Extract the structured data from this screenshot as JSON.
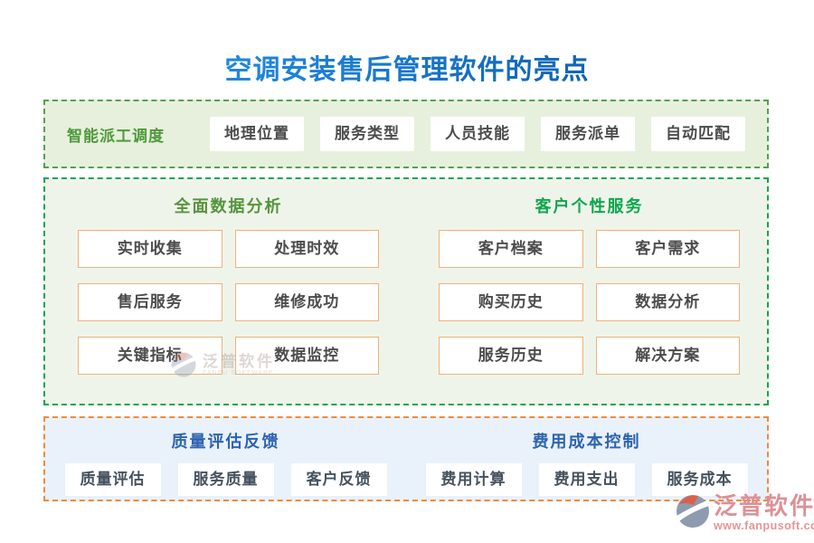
{
  "title": "空调安装售后管理软件的亮点",
  "sections": {
    "dispatch": {
      "label": "智能派工调度",
      "items": [
        "地理位置",
        "服务类型",
        "人员技能",
        "服务派单",
        "自动匹配"
      ]
    },
    "analysis": {
      "heading": "全面数据分析",
      "items": [
        "实时收集",
        "处理时效",
        "售后服务",
        "维修成功",
        "关键指标",
        "数据监控"
      ]
    },
    "customer": {
      "heading": "客户个性服务",
      "items": [
        "客户档案",
        "客户需求",
        "购买历史",
        "数据分析",
        "服务历史",
        "解决方案"
      ]
    },
    "quality": {
      "heading": "质量评估反馈",
      "items": [
        "质量评估",
        "服务质量",
        "客户反馈"
      ]
    },
    "cost": {
      "heading": "费用成本控制",
      "items": [
        "费用计算",
        "费用支出",
        "服务成本"
      ]
    }
  },
  "watermark": {
    "text": "泛普软件",
    "subtext": "FANPU SOFTWARE"
  },
  "footer_logo": {
    "name": "泛普软件",
    "url": "www.fanpusoft.com"
  },
  "colors": {
    "title_gradient_start": "#2595ee",
    "title_gradient_end": "#0a57a8",
    "dispatch_bg": "#e7f0dc",
    "dispatch_border": "#55a055",
    "dispatch_label": "#4f9a3c",
    "matrix_bg": "#eff4ea",
    "matrix_border": "#14a64e",
    "analysis_heading": "#55953c",
    "customer_heading": "#0ca74d",
    "chip_border_orange": "#f0b07c",
    "chip_text": "#4c4c4c",
    "feedback_bg": "#e9f1fb",
    "feedback_border": "#ec8c3c",
    "feedback_heading": "#2d63b0",
    "logo_pink": "#e69494",
    "logo_gray": "#8e9aae",
    "logo_red": "#dd5f4a"
  }
}
